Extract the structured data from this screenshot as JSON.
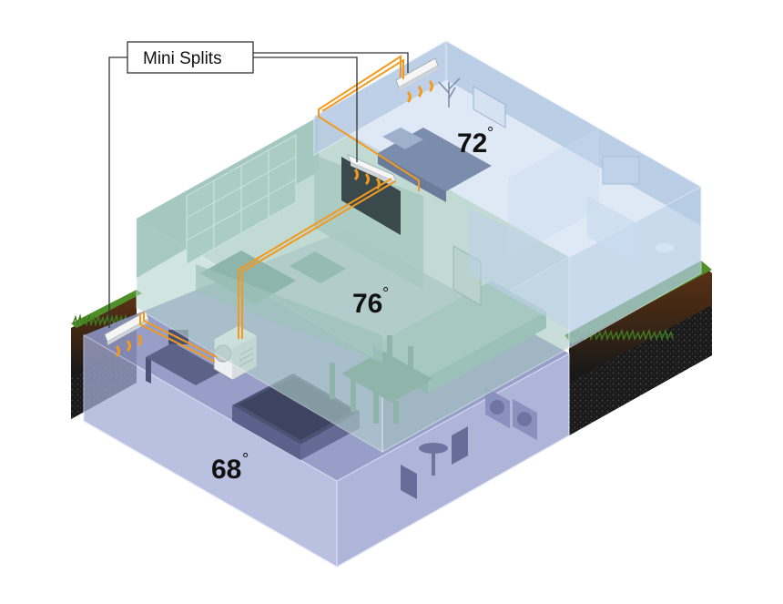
{
  "callout": {
    "label": "Mini Splits"
  },
  "zones": {
    "bedroom": {
      "temp": "72",
      "unit": "°"
    },
    "living": {
      "temp": "76",
      "unit": "°"
    },
    "basement": {
      "temp": "68",
      "unit": "°"
    }
  },
  "colors": {
    "refrigerant_line": "#f39a1e",
    "airflow_arrow": "#f39a1e",
    "basement_glass": "#9aa3cf",
    "main_floor_glass": "#a9cdc4",
    "bedroom_glass": "#b3cbe6",
    "soil_top": "#4a2a12",
    "grass": "#4f8f2a"
  }
}
